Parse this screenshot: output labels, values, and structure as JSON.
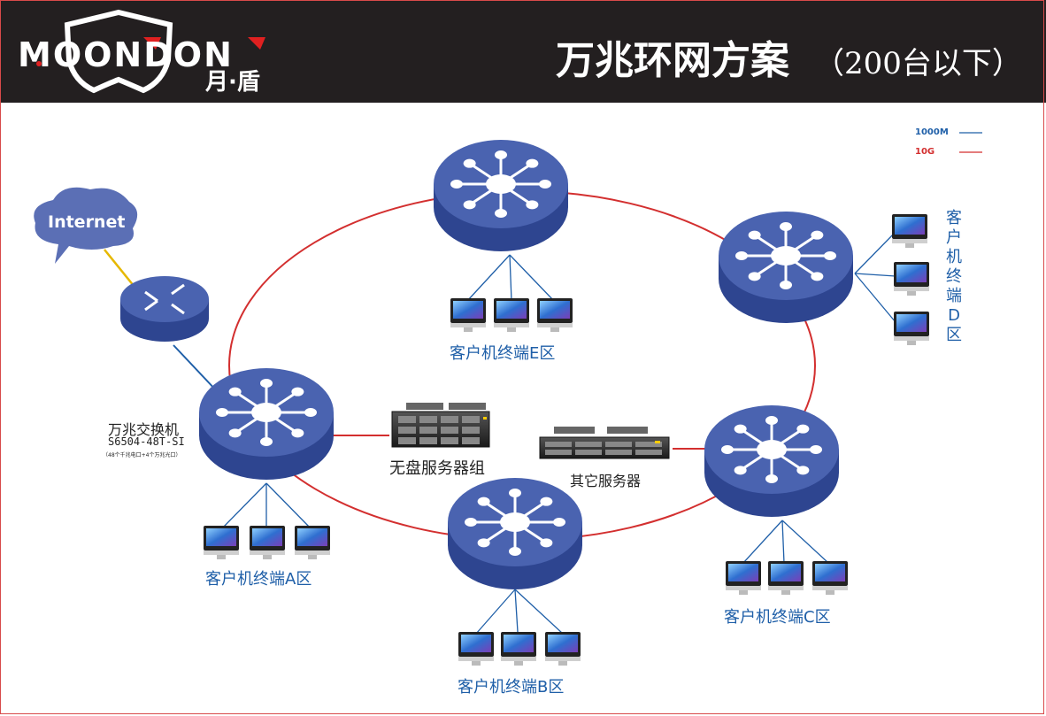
{
  "header": {
    "logo_text": "MOONDON",
    "logo_cn": "月·盾",
    "title": "万兆环网方案",
    "subtitle": "（200台以下）"
  },
  "legend": {
    "items": [
      {
        "label": "1000M",
        "color": "#1f5fa8"
      },
      {
        "label": "10G",
        "color": "#d32f2f"
      }
    ]
  },
  "cloud": {
    "label": "Internet"
  },
  "core_switch": {
    "name": "万兆交换机",
    "model": "S6504-48T-SI",
    "note": "（48个千兆电口+4个万兆光口）"
  },
  "servers": {
    "diskless": "无盘服务器组",
    "other": "其它服务器"
  },
  "zones": {
    "a": "客户机终端A区",
    "b": "客户机终端B区",
    "c": "客户机终端C区",
    "d": "客户机终端D区",
    "e": "客户机终端E区"
  },
  "colors": {
    "ring": "#d32f2f",
    "link_1000m": "#1f5fa8",
    "internet_link": "#e6b800",
    "switch_top": "#4a63b0",
    "switch_side": "#2e4590"
  }
}
